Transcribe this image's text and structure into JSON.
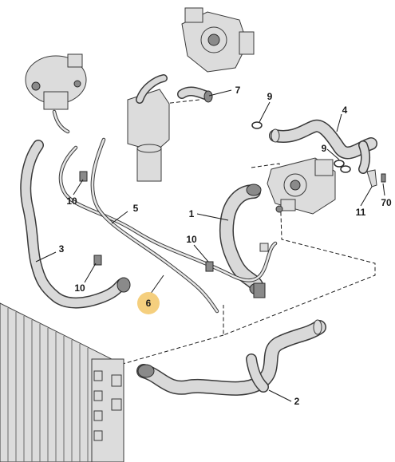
{
  "callouts": [
    {
      "id": "1",
      "label": "1"
    },
    {
      "id": "2",
      "label": "2"
    },
    {
      "id": "3",
      "label": "3"
    },
    {
      "id": "4",
      "label": "4"
    },
    {
      "id": "5",
      "label": "5"
    },
    {
      "id": "6",
      "label": "6"
    },
    {
      "id": "7",
      "label": "7"
    },
    {
      "id": "9a",
      "label": "9"
    },
    {
      "id": "9b",
      "label": "9"
    },
    {
      "id": "10a",
      "label": "10"
    },
    {
      "id": "10b",
      "label": "10"
    },
    {
      "id": "10c",
      "label": "10"
    },
    {
      "id": "11",
      "label": "11"
    },
    {
      "id": "70",
      "label": "70"
    }
  ],
  "colors": {
    "highlight_badge": "#f5cf7e",
    "hose_fill": "#d9d9d9",
    "outline": "#3a3a3a"
  },
  "highlighted_callout": "6"
}
